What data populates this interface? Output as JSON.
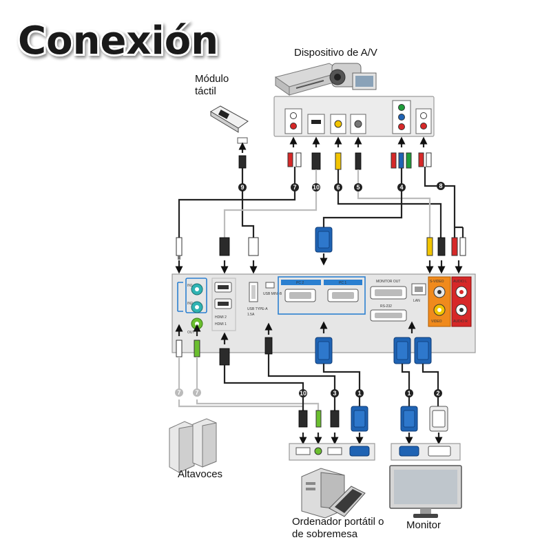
{
  "title": "Conexión",
  "devices": {
    "av_device": "Dispositivo de A/V",
    "touch_module_line1": "Módulo",
    "touch_module_line2": "táctil",
    "speakers": "Altavoces",
    "computer_line1": "Ordenador portátil o",
    "computer_line2": "de sobremesa",
    "monitor": "Monitor"
  },
  "projector_ports": {
    "pc2": "PC 2",
    "pc1": "PC 1",
    "monitor_out": "MONITOR OUT",
    "rs232": "RS-232",
    "lan": "LAN",
    "usb_mini_b": "USB MINI-B",
    "usb_type_a": "USB TYPE-A",
    "usb_rating": "1.5A",
    "hdmi1": "HDMI 1",
    "hdmi2": "HDMI 2",
    "audio_in1": "IN1",
    "audio_in2": "IN2",
    "audio_out": "OUT",
    "video": "VIDEO",
    "s_video": "S-VIDEO",
    "audio_l": "AUDIO L",
    "audio_r": "AUDIO R"
  },
  "cable_numbers": [
    "1",
    "2",
    "3",
    "4",
    "5",
    "6",
    "7",
    "8",
    "9",
    "10"
  ],
  "colors": {
    "vga_blue": "#1f63b3",
    "highlight_blue": "#2a7fd0",
    "video_yellow": "#f2c400",
    "audio_red": "#d62828",
    "component_green": "#1f9d3a",
    "audio_out_green": "#6bbf2f",
    "teal_jack": "#2fb3b3",
    "orange_panel": "#f08a1c"
  }
}
